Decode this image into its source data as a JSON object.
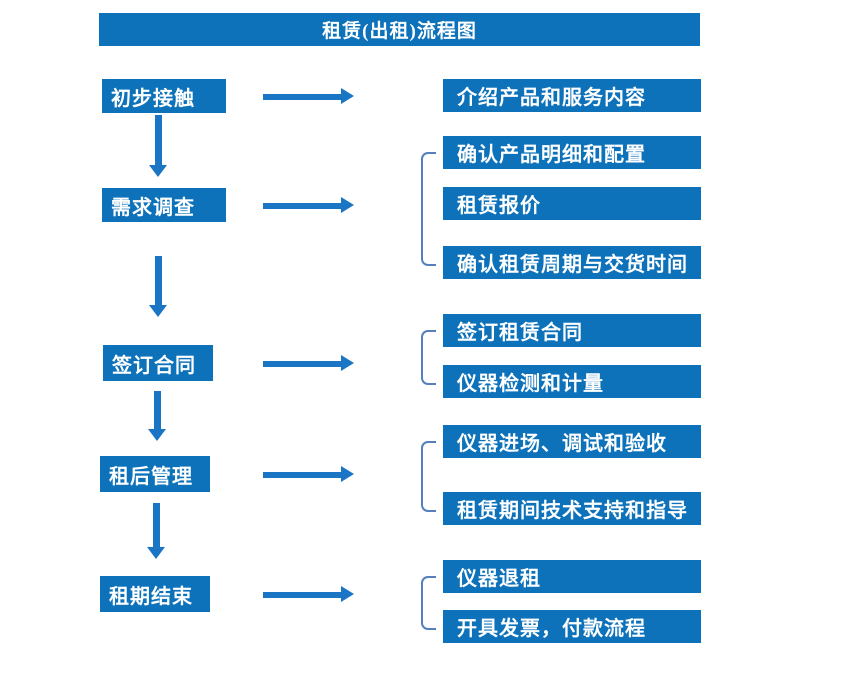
{
  "title": "租赁(出租)流程图",
  "colors": {
    "box_blue": "#0d72ba",
    "arrow_blue": "#1a75c4",
    "bracket_blue": "#5580bf",
    "text": "#ffffff",
    "background": "#ffffff"
  },
  "steps": [
    {
      "label": "初步接触",
      "details": [
        "介绍产品和服务内容"
      ]
    },
    {
      "label": "需求调查",
      "details": [
        "确认产品明细和配置",
        "租赁报价",
        "确认租赁周期与交货时间"
      ]
    },
    {
      "label": "签订合同",
      "details": [
        "签订租赁合同",
        "仪器检测和计量"
      ]
    },
    {
      "label": "租后管理",
      "details": [
        "仪器进场、调试和验收",
        "租赁期间技术支持和指导"
      ]
    },
    {
      "label": "租期结束",
      "details": [
        "仪器退租",
        "开具发票，付款流程"
      ]
    }
  ]
}
